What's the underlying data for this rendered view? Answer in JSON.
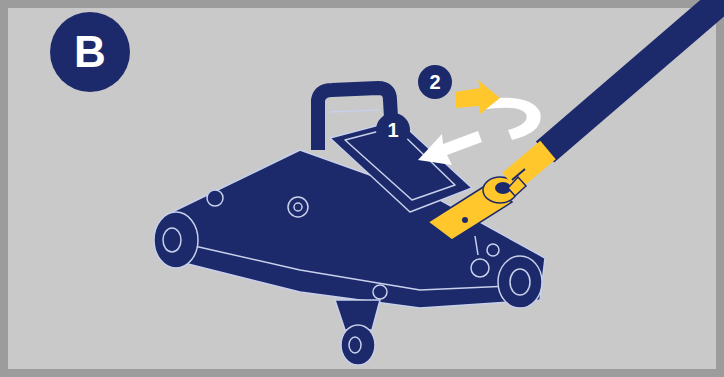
{
  "diagram": {
    "nodes": [
      {
        "text": [
          "B"
        ]
      },
      {
        "text": [
          "1"
        ]
      },
      {
        "text": [
          "2"
        ]
      }
    ]
  }
}
